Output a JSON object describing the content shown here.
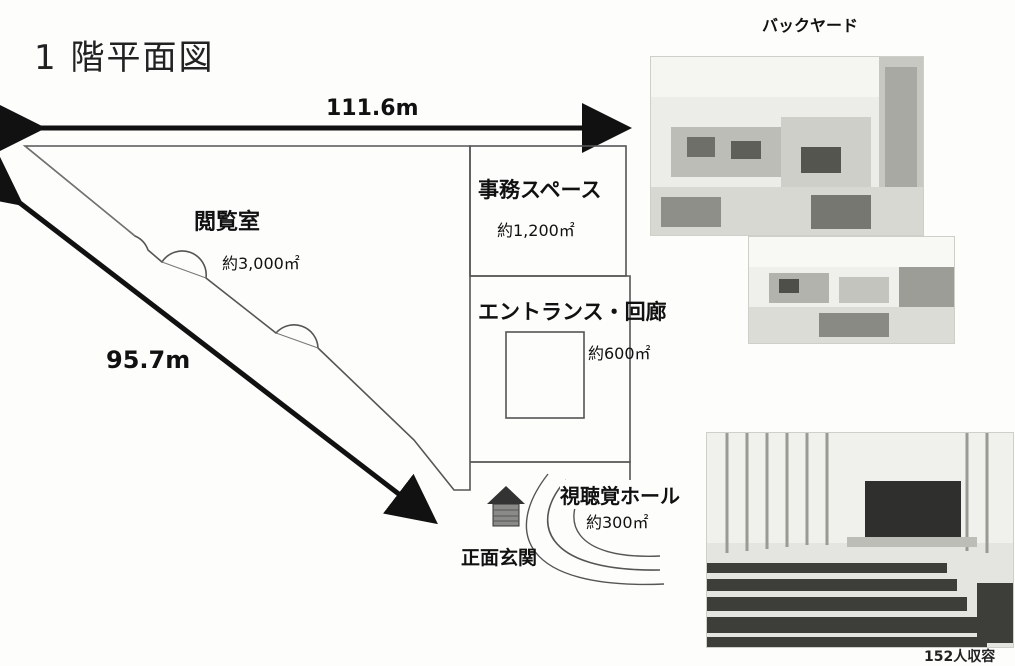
{
  "title": "1 階平面図",
  "dimensions": {
    "width_label": "111.6m",
    "diagonal_label": "95.7m"
  },
  "rooms": {
    "reading_room": {
      "name": "閲覧室",
      "area": "約3,000㎡"
    },
    "office": {
      "name": "事務スペース",
      "area": "約1,200㎡"
    },
    "entrance": {
      "name": "エントランス・回廊",
      "area": "約600㎡"
    },
    "hall": {
      "name": "視聴覚ホール",
      "area": "約300㎡"
    }
  },
  "main_entrance": {
    "label": "正面玄関"
  },
  "photos": {
    "backyard": {
      "caption": "バックヤード"
    },
    "hall": {
      "caption": "152人収容"
    }
  }
}
